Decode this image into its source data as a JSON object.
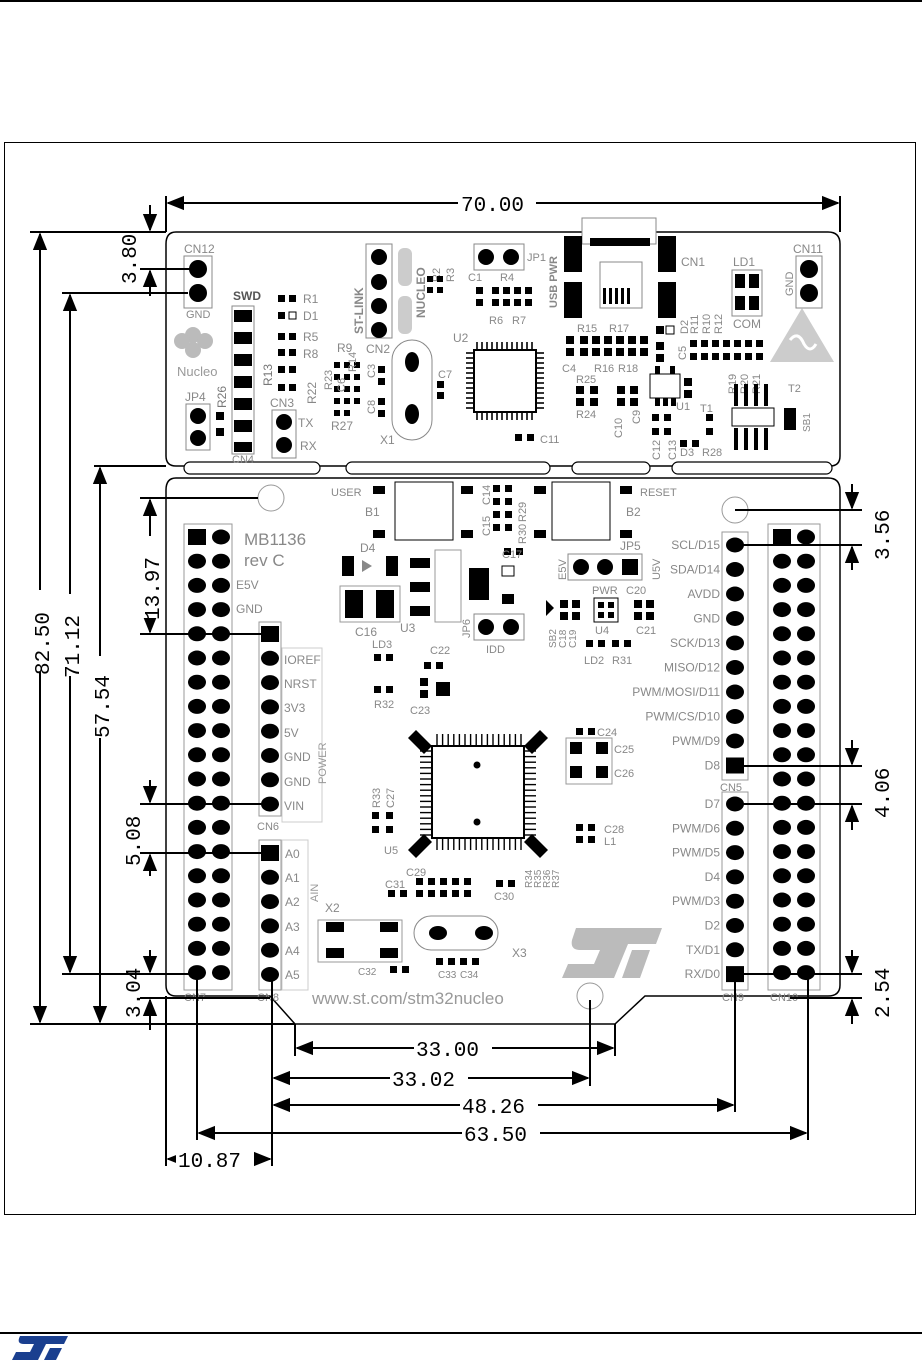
{
  "dimensions": {
    "width": "70.00",
    "height_total": "82.50",
    "height_cn12": "71.12",
    "height_main": "57.54",
    "top_offset": "3.80",
    "cn_pitch_top": "13.97",
    "cn6_vin": "5.08",
    "bottom_left": "3.04",
    "right_top": "3.56",
    "right_d8": "4.06",
    "right_bottom": "2.54",
    "bottom_33_00": "33.00",
    "bottom_33_02": "33.02",
    "bottom_48_26": "48.26",
    "bottom_63_50": "63.50",
    "bottom_10_87": "10.87"
  },
  "labels": {
    "cn12": "CN12",
    "gnd_left": "GND",
    "swd": "SWD",
    "nucleo": "Nucleo",
    "jp4": "JP4",
    "r26": "R26",
    "r13": "R13",
    "cn3": "CN3",
    "tx": "TX",
    "rx": "RX",
    "cn4": "CN4",
    "r1": "R1",
    "d1": "D1",
    "r5": "R5",
    "r8": "R8",
    "r22": "R22",
    "r9": "R9",
    "r14": "R14",
    "r23": "R23",
    "r27": "R27",
    "c6": "C6",
    "c8": "C8",
    "c3": "C3",
    "st_link": "ST-LINK",
    "cn2": "CN2",
    "nucleo_jmp": "NUCLEO",
    "r2": "R2",
    "r3": "R3",
    "x1": "X1",
    "u2": "U2",
    "c7": "C7",
    "c11": "C11",
    "jp1": "JP1",
    "c1": "C1",
    "r4": "R4",
    "r6": "R6",
    "r7": "R7",
    "usb_pwr": "USB PWR",
    "cn1": "CN1",
    "ld1": "LD1",
    "com": "COM",
    "cn11": "CN11",
    "gnd_right": "GND",
    "r15": "R15",
    "r17": "R17",
    "r16": "R16",
    "r18": "R18",
    "c4": "C4",
    "r25": "R25",
    "r24": "R24",
    "c9": "C9",
    "c10": "C10",
    "u1": "U1",
    "t1": "T1",
    "c12": "C12",
    "c13": "C13",
    "d3": "D3",
    "r28": "R28",
    "d2": "D2",
    "r11": "R11",
    "r10": "R10",
    "r12": "R12",
    "c5": "C5",
    "r19": "R19",
    "r20": "R20",
    "r21": "R21",
    "t2": "T2",
    "sb1": "SB1",
    "user": "USER",
    "b1": "B1",
    "c14": "C14",
    "c15": "C15",
    "r29": "R29",
    "r30": "R30",
    "c17": "C17",
    "reset": "RESET",
    "b2": "B2",
    "mb1136": "MB1136",
    "rev_c": "rev C",
    "e5v_left": "E5V",
    "gnd_l": "GND",
    "d4": "D4",
    "c16": "C16",
    "u3": "U3",
    "jp6": "JP6",
    "idd": "IDD",
    "jp5": "JP5",
    "e5v": "E5V",
    "u5v": "U5V",
    "pwr": "PWR",
    "c20": "C20",
    "c21": "C21",
    "u4": "U4",
    "sb2": "SB2",
    "c18": "C18",
    "c19": "C19",
    "ld2": "LD2",
    "r31": "R31",
    "ld3": "LD3",
    "c22": "C22",
    "r32": "R32",
    "c23": "C23",
    "ioref": "IOREF",
    "nrst": "NRST",
    "v3v3": "3V3",
    "v5": "5V",
    "gnd1": "GND",
    "gnd2": "GND",
    "vin": "VIN",
    "power": "POWER",
    "cn6": "CN6",
    "c24": "C24",
    "c25": "C25",
    "c26": "C26",
    "r33": "R33",
    "c27": "C27",
    "u5": "U5",
    "c28": "C28",
    "l1": "L1",
    "c29": "C29",
    "c31": "C31",
    "c30": "C30",
    "r34": "R34",
    "r35": "R35",
    "r36": "R36",
    "r37": "R37",
    "a0": "A0",
    "a1": "A1",
    "a2": "A2",
    "a3": "A3",
    "a4": "A4",
    "a5": "A5",
    "ain": "AIN",
    "cn8": "CN8",
    "cn7": "CN7",
    "x2": "X2",
    "x3": "X3",
    "c32": "C32",
    "c33": "C33",
    "c34": "C34",
    "url": "www.st.com/stm32nucleo",
    "cn5": "CN5",
    "cn9": "CN9",
    "cn10": "CN10"
  },
  "right_header_labels": [
    "SCL/D15",
    "SDA/D14",
    "AVDD",
    "GND",
    "SCK/D13",
    "MISO/D12",
    "PWM/MOSI/D11",
    "PWM/CS/D10",
    "PWM/D9",
    "D8"
  ],
  "cn9_labels": [
    "D7",
    "PWM/D6",
    "PWM/D5",
    "D4",
    "PWM/D3",
    "D2",
    "TX/D1",
    "RX/D0"
  ],
  "colors": {
    "board_outline": "#000000",
    "silkscreen": "#8c8c8c",
    "pad": "#000000",
    "logo_blue": "#1a3f8f"
  }
}
